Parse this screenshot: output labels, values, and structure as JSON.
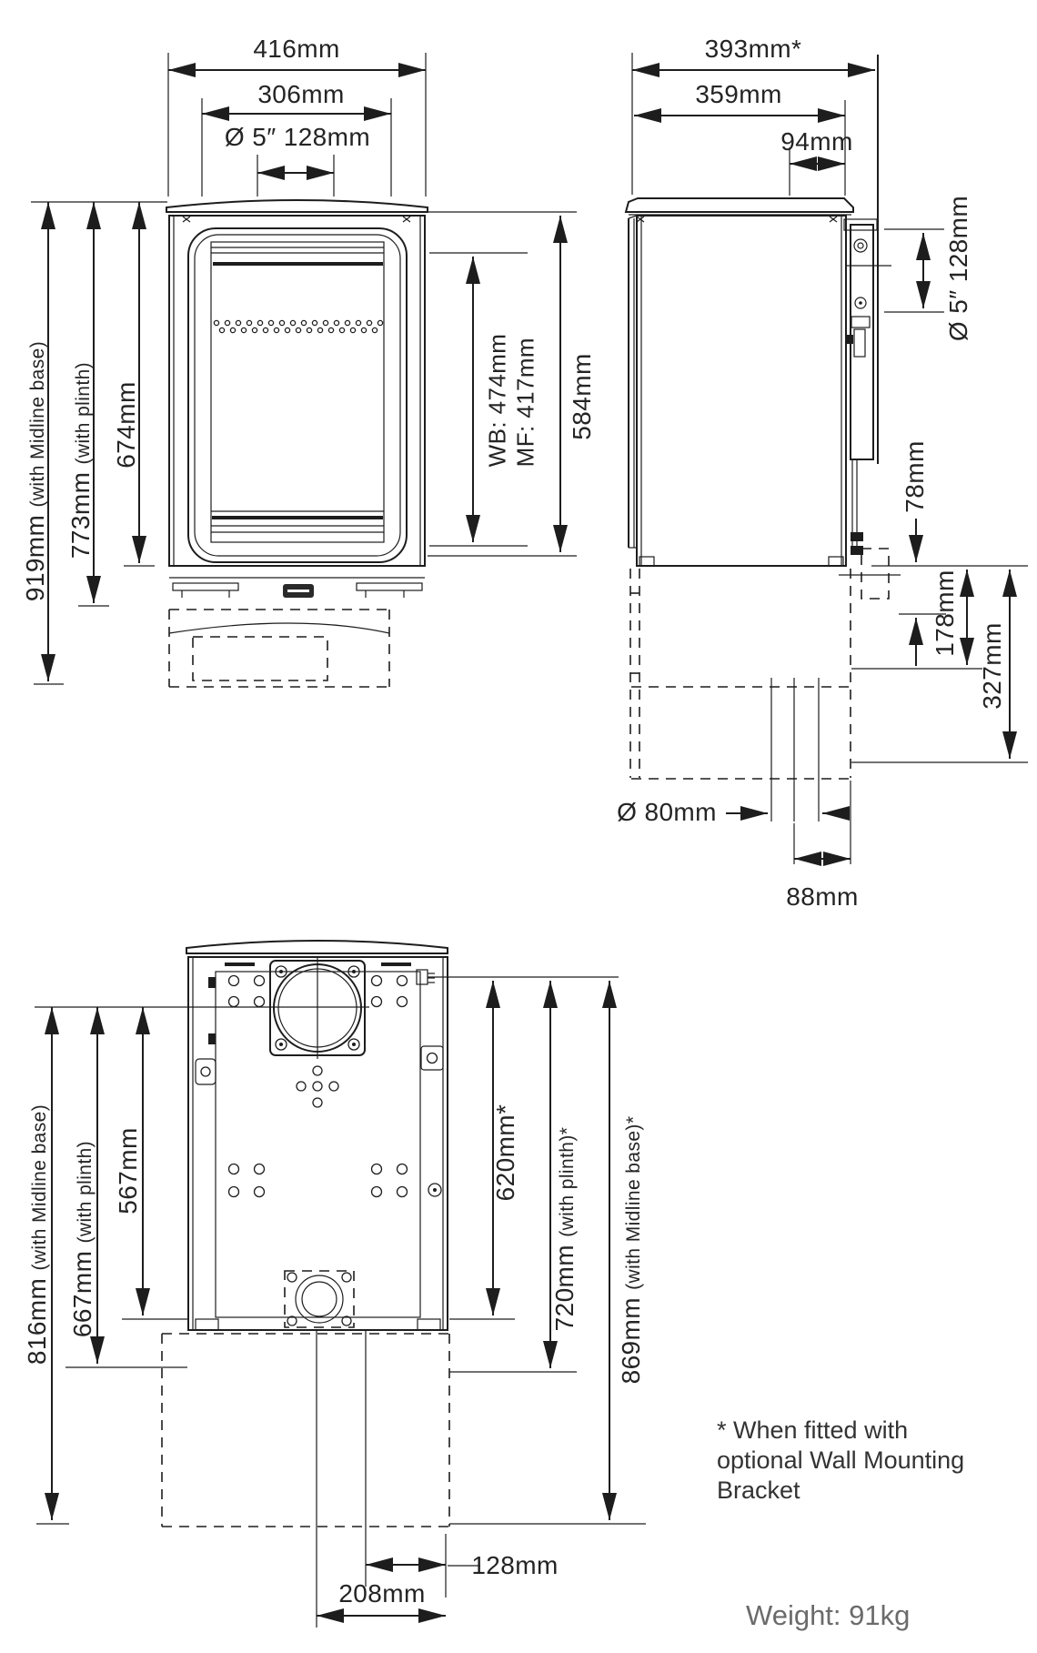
{
  "front_view": {
    "top": {
      "overall_width": "416mm",
      "inner_width": "306mm",
      "flue_diameter": "Ø 5″ 128mm"
    },
    "left": [
      {
        "v": "919mm",
        "n": "(with Midline base)"
      },
      {
        "v": "773mm",
        "n": "(with plinth)"
      },
      {
        "v": "674mm",
        "n": ""
      }
    ],
    "right": {
      "wb": "WB: 474mm",
      "mf": "MF: 417mm",
      "body_height": "584mm"
    }
  },
  "side_view": {
    "top": {
      "overall_depth": "393mm*",
      "body_depth": "359mm",
      "flue_offset": "94mm"
    },
    "right": {
      "flue_diameter": "Ø 5″ 128mm",
      "d78": "78mm",
      "d178": "178mm",
      "d327": "327mm"
    },
    "bottom": {
      "rear_pipe": "Ø 80mm",
      "pipe_offset": "88mm"
    }
  },
  "rear_view": {
    "left": [
      {
        "v": "816mm",
        "n": "(with Midline base)"
      },
      {
        "v": "667mm",
        "n": "(with plinth)"
      },
      {
        "v": "567mm",
        "n": ""
      }
    ],
    "right": [
      {
        "v": "620mm*",
        "n": ""
      },
      {
        "v": "720mm",
        "n": "(with plinth)*"
      },
      {
        "v": "869mm",
        "n": "(with Midline base)*"
      }
    ],
    "bottom": {
      "pipe_rear": "128mm",
      "pipe_front": "208mm"
    }
  },
  "notes": {
    "asterisk": "* When fitted with\noptional Wall Mounting\nBracket",
    "weight": "Weight: 91kg"
  }
}
